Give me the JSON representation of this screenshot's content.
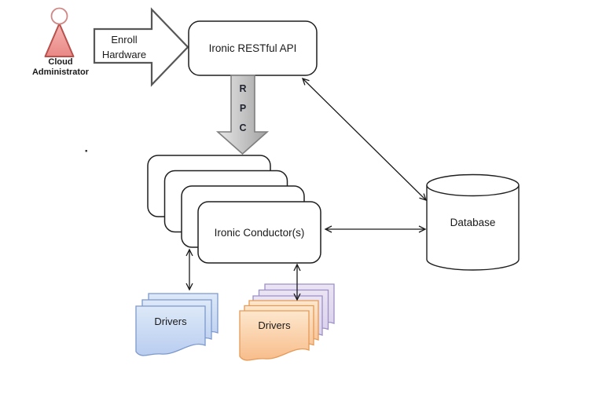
{
  "actor": {
    "label": "Cloud Administrator"
  },
  "enroll_arrow": {
    "label": "Enroll Hardware"
  },
  "api_box": {
    "label": "Ironic RESTful API"
  },
  "rpc_arrow": {
    "letters": [
      "R",
      "P",
      "C"
    ]
  },
  "conductor_box": {
    "label": "Ironic Conductor(s)",
    "stack_count": 4
  },
  "database": {
    "label": "Database"
  },
  "drivers_blue": {
    "label": "Drivers",
    "stack_count": 3
  },
  "drivers_orange": {
    "label": "Drivers",
    "orange_count": 3,
    "purple_count": 3
  },
  "colors": {
    "line": "#1a1a1a",
    "box_stroke": "#1f1f1f",
    "block_arrow_stroke": "#575757",
    "actor_fill_light": "#f6b6b4",
    "actor_fill_dark": "#e98885",
    "actor_stroke": "#b8504c",
    "actor_head_stroke": "#cf8886",
    "rpc_fill_light": "#e8e8e8",
    "rpc_fill_dark": "#a2a2a2",
    "rpc_stroke": "#7f7f7f",
    "blue_fill_light": "#dde9f8",
    "blue_fill_dark": "#b9cdf0",
    "blue_stroke": "#7d99cc",
    "purple_fill_light": "#eae4f4",
    "purple_fill_dark": "#d8cfeb",
    "purple_stroke": "#9d90c5",
    "orange_fill_light": "#fde7cd",
    "orange_fill_dark": "#f8bd8b",
    "orange_stroke": "#e59a57",
    "dot": "#3f3f3f"
  }
}
